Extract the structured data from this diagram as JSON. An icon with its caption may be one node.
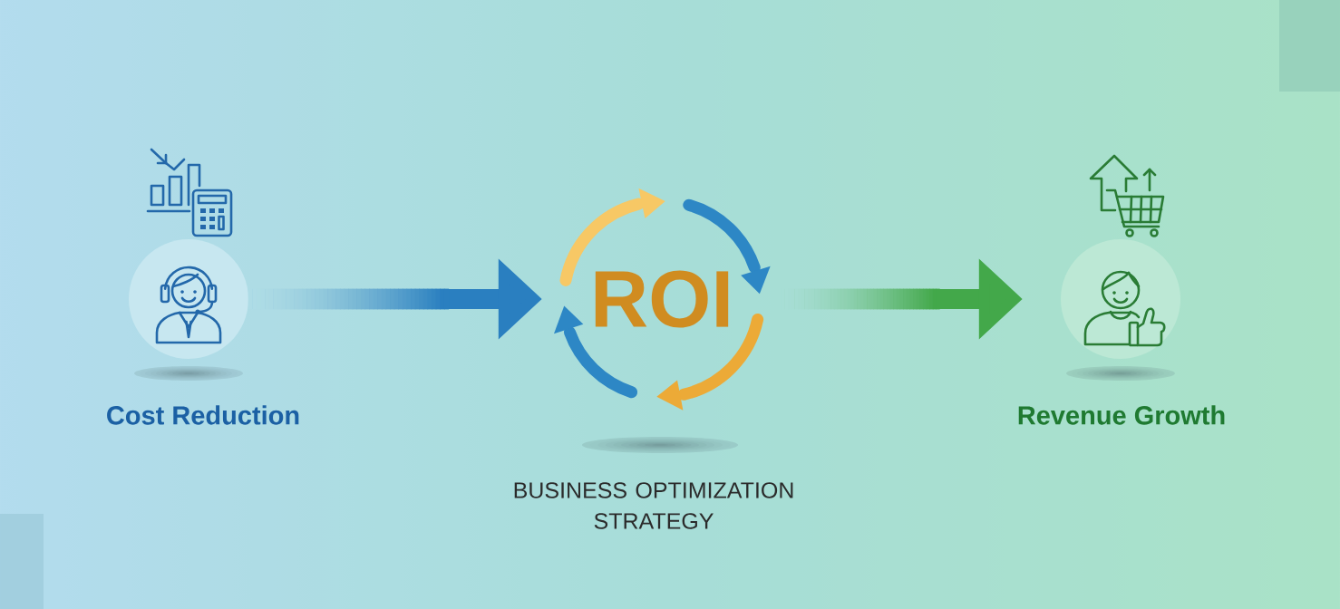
{
  "diagram": {
    "nodes": [
      {
        "text": [
          "Cost Reduction"
        ]
      },
      {
        "text": [
          "ROI"
        ],
        "beside": [
          "BUSINESS OPTIMIZATION STRATEGY"
        ]
      },
      {
        "text": [
          "Revenue Growth"
        ]
      }
    ],
    "edges": [
      {
        "from": 0,
        "to": 1,
        "arrow": "to",
        "color": "#2a7fc0"
      },
      {
        "from": 1,
        "to": 2,
        "arrow": "to",
        "color": "#43a84a"
      }
    ]
  }
}
